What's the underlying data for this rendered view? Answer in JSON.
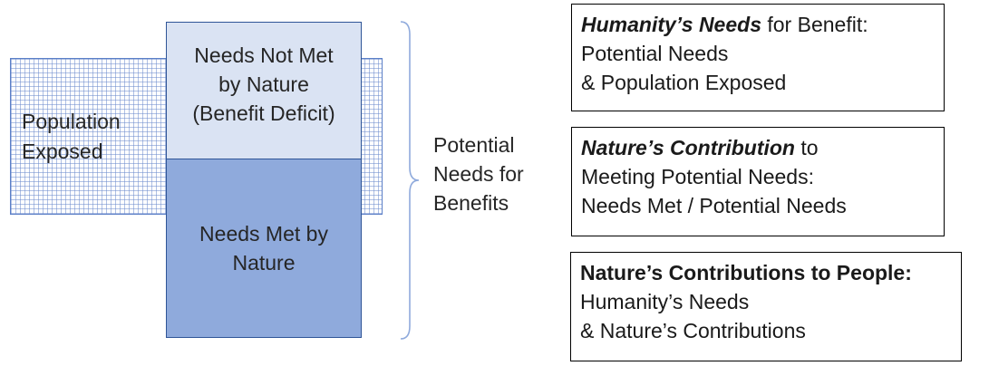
{
  "diagram": {
    "population_exposed": {
      "lines": [
        "Population",
        "Exposed"
      ]
    },
    "needs_not_met": {
      "lines": [
        "Needs Not Met",
        "by Nature",
        "(Benefit Deficit)"
      ]
    },
    "needs_met": {
      "lines": [
        "Needs Met by",
        "Nature"
      ]
    },
    "potential_needs": {
      "lines": [
        "Potential",
        "Needs for",
        "Benefits"
      ]
    }
  },
  "boxes": {
    "humanity_needs": {
      "title_bold": "Humanity’s Needs",
      "title_rest": " for Benefit:",
      "line2": "Potential Needs",
      "line3": "& Population Exposed"
    },
    "nature_contribution": {
      "title_bold": "Nature’s Contribution",
      "title_rest": " to",
      "line2": "Meeting Potential Needs:",
      "line3": "Needs Met / Potential Needs"
    },
    "ncp": {
      "title_bold": "Nature’s Contributions to People:",
      "line2": "Humanity’s Needs",
      "line3": "& Nature’s Contributions"
    }
  },
  "colors": {
    "needs_not_met_fill": "#dae3f3",
    "needs_met_fill": "#8faadc",
    "column_border": "#2f5597",
    "grid_line": "#6e8ccd",
    "brace_stroke": "#8faadc"
  }
}
